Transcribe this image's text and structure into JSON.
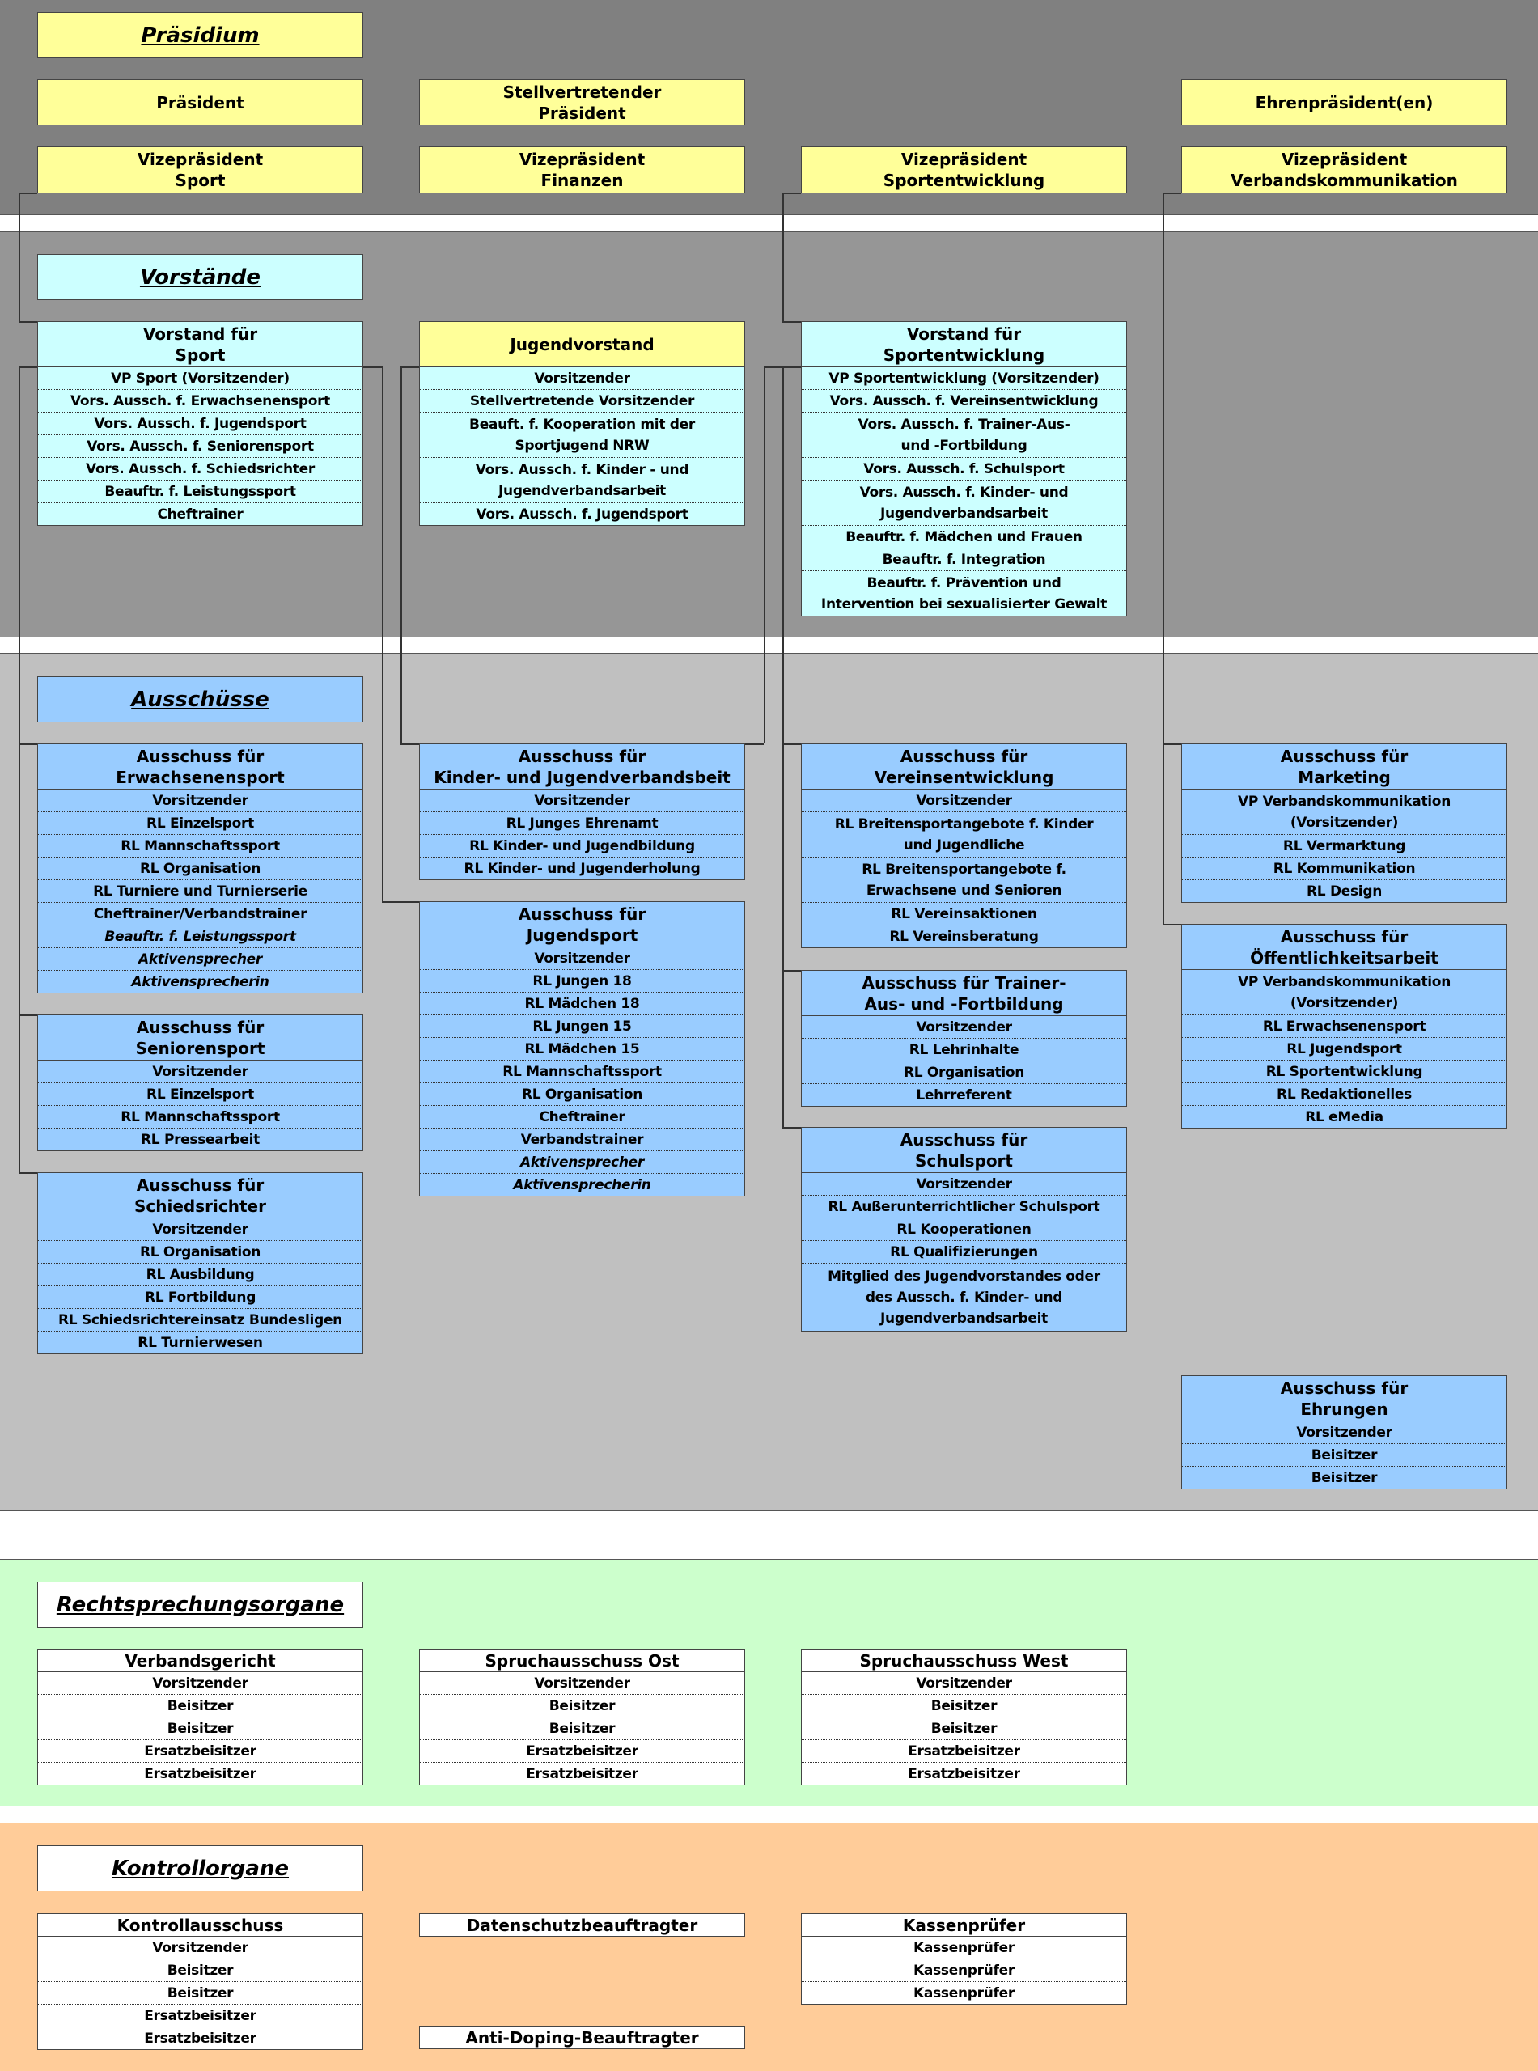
{
  "colors": {
    "yellow": "#ffff99",
    "cyan": "#ccffff",
    "blue": "#99ccff",
    "white": "#ffffff",
    "band_praesidium": "#808080",
    "band_vorstaende": "#969696",
    "band_ausschuesse": "#c0c0c0",
    "band_recht": "#ccffcc",
    "band_kontroll": "#ffcc99"
  },
  "boxes": {
    "h_praes": {
      "title": "Präsidium",
      "color": "yellow",
      "header": true
    },
    "praesident": {
      "title": "Präsident",
      "color": "yellow"
    },
    "stellv": {
      "title": "Stellvertretender\nPräsident",
      "color": "yellow"
    },
    "ehren": {
      "title": "Ehrenpräsident(en)",
      "color": "yellow"
    },
    "vp_sport": {
      "title": "Vizepräsident\nSport",
      "color": "yellow"
    },
    "vp_fin": {
      "title": "Vizepräsident\nFinanzen",
      "color": "yellow"
    },
    "vp_se": {
      "title": "Vizepräsident\nSportentwicklung",
      "color": "yellow"
    },
    "vp_vk": {
      "title": "Vizepräsident\nVerbandskommunikation",
      "color": "yellow"
    },
    "h_vorst": {
      "title": "Vorstände",
      "color": "cyan",
      "header": true
    },
    "v_sport": {
      "title": "Vorstand für\nSport",
      "color": "cyan",
      "rows": [
        {
          "t": "VP Sport (Vorsitzender)"
        },
        {
          "t": "Vors. Aussch. f. Erwachsenensport"
        },
        {
          "t": "Vors. Aussch. f. Jugendsport"
        },
        {
          "t": "Vors. Aussch. f. Seniorensport"
        },
        {
          "t": "Vors. Aussch. f. Schiedsrichter"
        },
        {
          "t": "Beauftr. f. Leistungssport"
        },
        {
          "t": "Cheftrainer"
        }
      ]
    },
    "v_jugend": {
      "title": "Jugendvorstand",
      "color": "yellow",
      "rowcolor": "cyan",
      "rows": [
        {
          "t": "Vorsitzender"
        },
        {
          "t": "Stellvertretende Vorsitzender"
        },
        {
          "t": "Beauft. f. Kooperation mit der\nSportjugend NRW"
        },
        {
          "t": "Vors. Aussch. f. Kinder - und\nJugendverbandsarbeit"
        },
        {
          "t": "Vors. Aussch. f. Jugendsport"
        }
      ]
    },
    "v_se": {
      "title": "Vorstand für\nSportentwicklung",
      "color": "cyan",
      "rows": [
        {
          "t": "VP Sportentwicklung (Vorsitzender)"
        },
        {
          "t": "Vors. Aussch. f. Vereinsentwicklung"
        },
        {
          "t": "Vors. Aussch. f. Trainer-Aus-\nund -Fortbildung"
        },
        {
          "t": "Vors. Aussch. f. Schulsport"
        },
        {
          "t": "Vors. Aussch. f. Kinder- und\nJugendverbandsarbeit"
        },
        {
          "t": "Beauftr. f. Mädchen und Frauen"
        },
        {
          "t": "Beauftr. f. Integration"
        },
        {
          "t": "Beauftr. f. Prävention und\nIntervention bei sexualisierter Gewalt"
        }
      ]
    },
    "h_aus": {
      "title": "Ausschüsse",
      "color": "blue",
      "header": true
    },
    "a_erw": {
      "title": "Ausschuss für\nErwachsenensport",
      "color": "blue",
      "rows": [
        {
          "t": "Vorsitzender"
        },
        {
          "t": "RL Einzelsport"
        },
        {
          "t": "RL Mannschaftssport"
        },
        {
          "t": "RL Organisation"
        },
        {
          "t": "RL Turniere und Turnierserie"
        },
        {
          "t": "Cheftrainer/Verbandstrainer"
        },
        {
          "t": "Beauftr. f. Leistungssport",
          "i": true
        },
        {
          "t": "Aktivensprecher",
          "i": true
        },
        {
          "t": "Aktivensprecherin",
          "i": true
        }
      ]
    },
    "a_sen": {
      "title": "Ausschuss für\nSeniorensport",
      "color": "blue",
      "rows": [
        {
          "t": "Vorsitzender"
        },
        {
          "t": "RL Einzelsport"
        },
        {
          "t": "RL Mannschaftssport"
        },
        {
          "t": "RL Pressearbeit"
        }
      ]
    },
    "a_sch": {
      "title": "Ausschuss für\nSchiedsrichter",
      "color": "blue",
      "rows": [
        {
          "t": "Vorsitzender"
        },
        {
          "t": "RL Organisation"
        },
        {
          "t": "RL Ausbildung"
        },
        {
          "t": "RL Fortbildung"
        },
        {
          "t": "RL Schiedsrichtereinsatz Bundesligen"
        },
        {
          "t": "RL Turnierwesen"
        }
      ]
    },
    "a_kij": {
      "title": "Ausschuss für\nKinder- und Jugendverbandsbeit",
      "color": "blue",
      "rows": [
        {
          "t": "Vorsitzender"
        },
        {
          "t": "RL Junges Ehrenamt"
        },
        {
          "t": "RL Kinder- und Jugendbildung"
        },
        {
          "t": "RL Kinder- und Jugenderholung"
        }
      ]
    },
    "a_jug": {
      "title": "Ausschuss für\nJugendsport",
      "color": "blue",
      "rows": [
        {
          "t": "Vorsitzender"
        },
        {
          "t": "RL Jungen 18"
        },
        {
          "t": "RL Mädchen 18"
        },
        {
          "t": "RL Jungen 15"
        },
        {
          "t": "RL Mädchen 15"
        },
        {
          "t": "RL Mannschaftssport"
        },
        {
          "t": "RL Organisation"
        },
        {
          "t": "Cheftrainer"
        },
        {
          "t": "Verbandstrainer"
        },
        {
          "t": "Aktivensprecher",
          "i": true
        },
        {
          "t": "Aktivensprecherin",
          "i": true
        }
      ]
    },
    "a_ver": {
      "title": "Ausschuss für\nVereinsentwicklung",
      "color": "blue",
      "rows": [
        {
          "t": "Vorsitzender"
        },
        {
          "t": "RL Breitensportangebote f. Kinder\nund Jugendliche"
        },
        {
          "t": "RL Breitensportangebote f.\nErwachsene und Senioren"
        },
        {
          "t": "RL Vereinsaktionen"
        },
        {
          "t": "RL Vereinsberatung"
        }
      ]
    },
    "a_tra": {
      "title": "Ausschuss für Trainer-\nAus- und -Fortbildung",
      "color": "blue",
      "rows": [
        {
          "t": "Vorsitzender"
        },
        {
          "t": "RL Lehrinhalte"
        },
        {
          "t": "RL Organisation"
        },
        {
          "t": "Lehrreferent"
        }
      ]
    },
    "a_sch2": {
      "title": "Ausschuss für\nSchulsport",
      "color": "blue",
      "rows": [
        {
          "t": "Vorsitzender"
        },
        {
          "t": "RL Außerunterrichtlicher Schulsport"
        },
        {
          "t": "RL Kooperationen"
        },
        {
          "t": "RL Qualifizierungen"
        },
        {
          "t": "Mitglied des Jugendvorstandes oder\ndes Aussch. f. Kinder- und\nJugendverbandsarbeit"
        }
      ]
    },
    "a_mar": {
      "title": "Ausschuss für\nMarketing",
      "color": "blue",
      "rows": [
        {
          "t": "VP Verbandskommunikation\n(Vorsitzender)"
        },
        {
          "t": "RL Vermarktung"
        },
        {
          "t": "RL Kommunikation"
        },
        {
          "t": "RL Design"
        }
      ]
    },
    "a_oef": {
      "title": "Ausschuss für\nÖffentlichkeitsarbeit",
      "color": "blue",
      "rows": [
        {
          "t": "VP Verbandskommunikation\n(Vorsitzender)"
        },
        {
          "t": "RL Erwachsenensport"
        },
        {
          "t": "RL Jugendsport"
        },
        {
          "t": "RL Sportentwicklung"
        },
        {
          "t": "RL Redaktionelles"
        },
        {
          "t": "RL eMedia"
        }
      ]
    },
    "a_ehr": {
      "title": "Ausschuss für\nEhrungen",
      "color": "blue",
      "rows": [
        {
          "t": "Vorsitzender"
        },
        {
          "t": "Beisitzer"
        },
        {
          "t": "Beisitzer"
        }
      ]
    },
    "h_recht": {
      "title": "Rechtsprechungsorgane",
      "color": "white",
      "header": true
    },
    "r_vg": {
      "title": "Verbandsgericht",
      "color": "white",
      "rows": [
        {
          "t": "Vorsitzender"
        },
        {
          "t": "Beisitzer"
        },
        {
          "t": "Beisitzer"
        },
        {
          "t": "Ersatzbeisitzer"
        },
        {
          "t": "Ersatzbeisitzer"
        }
      ]
    },
    "r_ost": {
      "title": "Spruchausschuss Ost",
      "color": "white",
      "rows": [
        {
          "t": "Vorsitzender"
        },
        {
          "t": "Beisitzer"
        },
        {
          "t": "Beisitzer"
        },
        {
          "t": "Ersatzbeisitzer"
        },
        {
          "t": "Ersatzbeisitzer"
        }
      ]
    },
    "r_west": {
      "title": "Spruchausschuss West",
      "color": "white",
      "rows": [
        {
          "t": "Vorsitzender"
        },
        {
          "t": "Beisitzer"
        },
        {
          "t": "Beisitzer"
        },
        {
          "t": "Ersatzbeisitzer"
        },
        {
          "t": "Ersatzbeisitzer"
        }
      ]
    },
    "h_kontr": {
      "title": "Kontrollorgane",
      "color": "white",
      "header": true
    },
    "k_ka": {
      "title": "Kontrollausschuss",
      "color": "white",
      "rows": [
        {
          "t": "Vorsitzender"
        },
        {
          "t": "Beisitzer"
        },
        {
          "t": "Beisitzer"
        },
        {
          "t": "Ersatzbeisitzer"
        },
        {
          "t": "Ersatzbeisitzer"
        }
      ]
    },
    "k_ds": {
      "title": "Datenschutzbeauftragter",
      "color": "white"
    },
    "k_ad": {
      "title": "Anti-Doping-Beauftragter",
      "color": "white"
    },
    "k_kp": {
      "title": "Kassenprüfer",
      "color": "white",
      "rows": [
        {
          "t": "Kassenprüfer"
        },
        {
          "t": "Kassenprüfer"
        },
        {
          "t": "Kassenprüfer"
        }
      ]
    }
  }
}
